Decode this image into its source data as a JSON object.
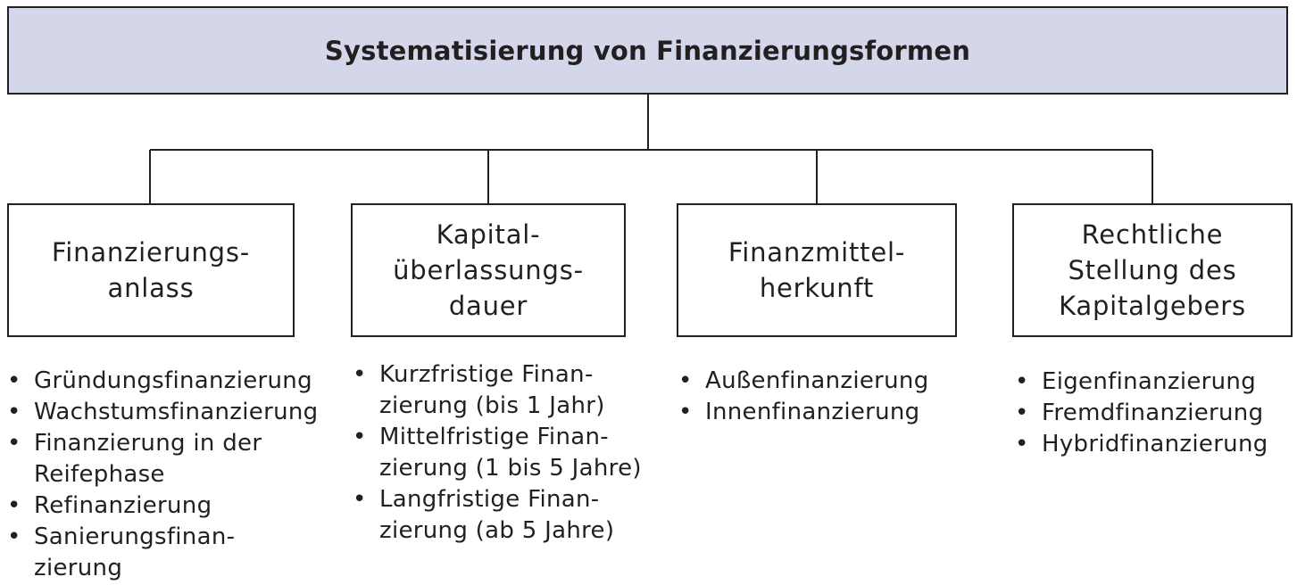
{
  "title": "Systematisierung von Finanzierungsformen",
  "categories": [
    {
      "label_lines": [
        "Finanzierungs-",
        "anlass"
      ],
      "items": [
        [
          "Gründungsfinanzierung"
        ],
        [
          "Wachstumsfinanzierung"
        ],
        [
          "Finanzierung in der",
          "Reifephase"
        ],
        [
          "Refinanzierung"
        ],
        [
          "Sanierungsfinan-",
          "zierung"
        ]
      ]
    },
    {
      "label_lines": [
        "Kapital-",
        "überlassungs-",
        "dauer"
      ],
      "items": [
        [
          "Kurzfristige Finan-",
          "zierung (bis 1 Jahr)"
        ],
        [
          "Mittelfristige Finan-",
          "zierung (1 bis 5 Jahre)"
        ],
        [
          "Langfristige Finan-",
          "zierung (ab 5 Jahre)"
        ]
      ]
    },
    {
      "label_lines": [
        "Finanzmittel-",
        "herkunft"
      ],
      "items": [
        [
          "Außenfinanzierung"
        ],
        [
          "Innenfinanzierung"
        ]
      ]
    },
    {
      "label_lines": [
        "Rechtliche",
        "Stellung des",
        "Kapitalgebers"
      ],
      "items": [
        [
          "Eigenfinanzierung"
        ],
        [
          "Fremdfinanzierung"
        ],
        [
          "Hybridfinanzierung"
        ]
      ]
    }
  ],
  "colors": {
    "title_fill": "#d4d6ea",
    "stroke": "#231f20"
  }
}
